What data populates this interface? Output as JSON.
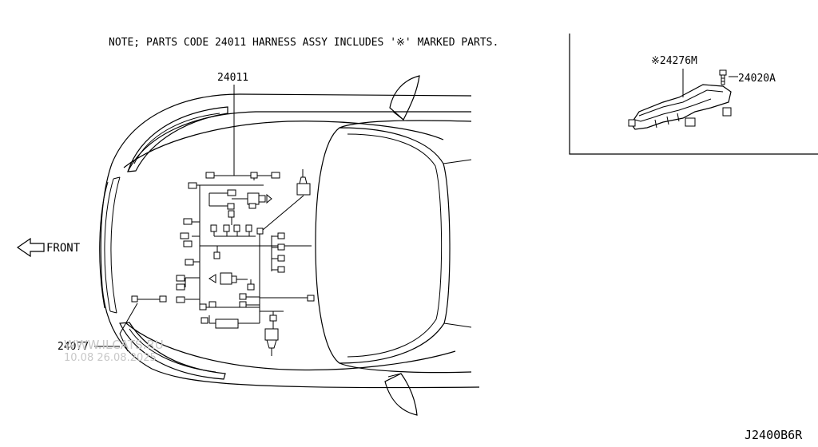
{
  "note": "NOTE; PARTS CODE 24011 HARNESS ASSY INCLUDES '※' MARKED PARTS.",
  "front_label": "FRONT",
  "parts": {
    "harness_main": "24011",
    "harness_front": "24077",
    "cover": "※24276M",
    "bolt": "24020A"
  },
  "watermark": {
    "line1": "WWW.ILCATS.RU",
    "line2": "10.08 26.08.2025"
  },
  "diagram_code": "J2400B6R",
  "colors": {
    "line": "#000000",
    "background": "#ffffff",
    "watermark": "#c8c8c8"
  }
}
